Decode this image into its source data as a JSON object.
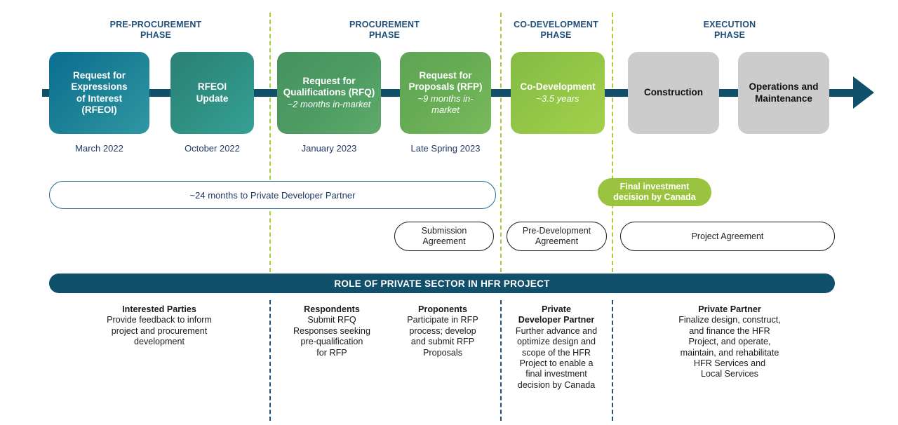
{
  "phases": [
    {
      "id": "pre-procurement",
      "title": "PRE-PROCUREMENT\nPHASE"
    },
    {
      "id": "procurement",
      "title": "PROCUREMENT\nPHASE"
    },
    {
      "id": "co-development",
      "title": "CO-DEVELOPMENT\nPHASE"
    },
    {
      "id": "execution",
      "title": "EXECUTION\nPHASE"
    }
  ],
  "stages": [
    {
      "id": "rfeoi",
      "label": "Request for\nExpressions\nof Interest\n(RFEOI)",
      "sub": "",
      "date": "March 2022"
    },
    {
      "id": "rfeoi-update",
      "label": "RFEOI\nUpdate",
      "sub": "",
      "date": "October 2022"
    },
    {
      "id": "rfq",
      "label": "Request for\nQualifications (RFQ)",
      "sub": "~2 months in-market",
      "date": "January 2023"
    },
    {
      "id": "rfp",
      "label": "Request for\nProposals (RFP)",
      "sub": "~9 months in-market",
      "date": "Late Spring 2023"
    },
    {
      "id": "co-development",
      "label": "Co-Development",
      "sub": "~3.5 years",
      "date": ""
    },
    {
      "id": "construction",
      "label": "Construction",
      "sub": "",
      "date": ""
    },
    {
      "id": "operations-maintenance",
      "label": "Operations and\nMaintenance",
      "sub": "",
      "date": ""
    }
  ],
  "pills": [
    {
      "id": "months-to-partner",
      "text": "~24 months to Private Developer Partner"
    },
    {
      "id": "submission-agreement",
      "text": "Submission\nAgreement"
    },
    {
      "id": "pre-development-agreement",
      "text": "Pre-Development\nAgreement"
    },
    {
      "id": "project-agreement",
      "text": "Project Agreement"
    },
    {
      "id": "final-investment-decision",
      "text": "Final investment\ndecision by Canada"
    }
  ],
  "banner": {
    "text": "ROLE OF PRIVATE SECTOR IN HFR PROJECT"
  },
  "roles": [
    {
      "id": "interested-parties",
      "title": "Interested Parties",
      "body": "Provide feedback to inform\nproject and procurement\ndevelopment"
    },
    {
      "id": "respondents",
      "title": "Respondents",
      "body": "Submit RFQ\nResponses seeking\npre-qualification\nfor RFP"
    },
    {
      "id": "proponents",
      "title": "Proponents",
      "body": "Participate in RFP\nprocess; develop\nand submit RFP\nProposals"
    },
    {
      "id": "private-developer-partner",
      "title": "Private\nDeveloper Partner",
      "body": "Further advance and\noptimize design and\nscope of the HFR\nProject to enable a\nfinal investment\ndecision by Canada"
    },
    {
      "id": "private-partner",
      "title": "Private Partner",
      "body": "Finalize design, construct,\nand finance the HFR\nProject, and operate,\nmaintain, and rehabilitate\nHFR Services and\nLocal Services"
    }
  ],
  "colors": {
    "dark_blue": "#10506b",
    "green_dash": "#a6ce39",
    "blue_dash": "#1f4e79",
    "grey_box": "#cccccc",
    "green_fill": "#9ac43f"
  }
}
